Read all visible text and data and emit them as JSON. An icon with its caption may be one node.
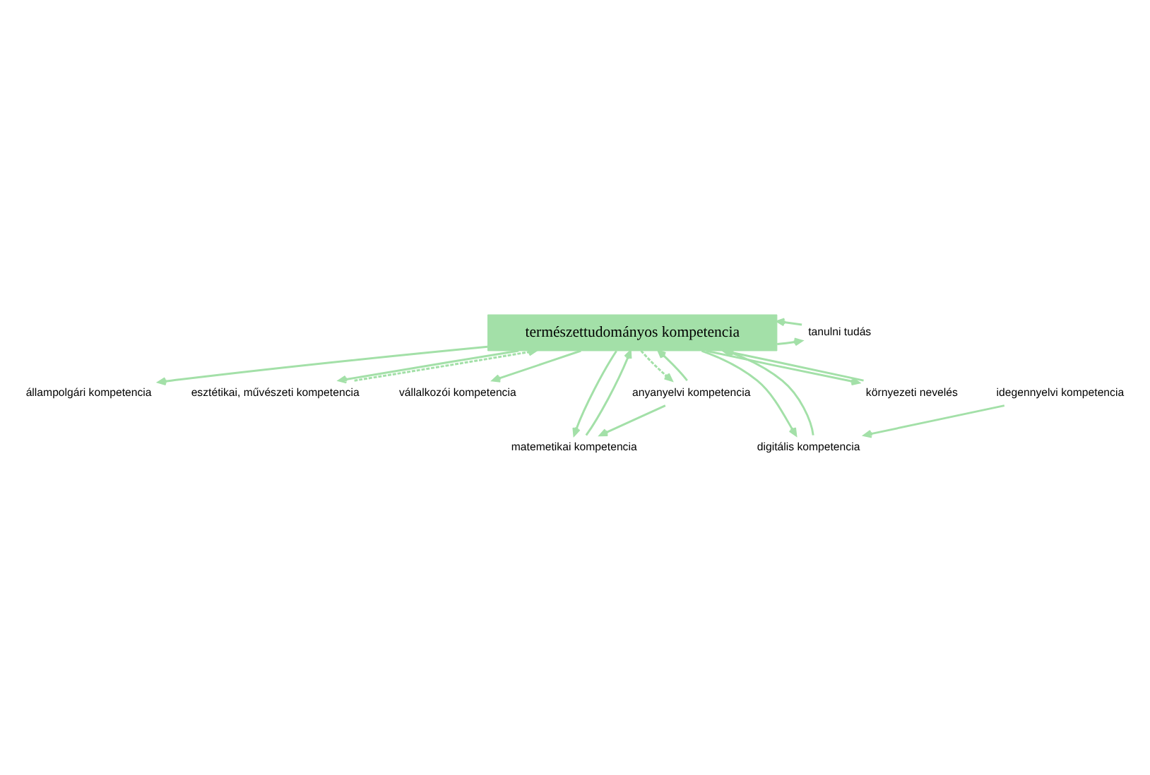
{
  "diagram": {
    "nodes": [
      {
        "text": [
          "természettudományos kompetencia"
        ]
      },
      {
        "text": [
          "állampolgári kompetencia"
        ]
      },
      {
        "text": [
          "esztétikai, művészeti kompetencia"
        ]
      },
      {
        "text": [
          "vállalkozói kompetencia"
        ]
      },
      {
        "text": [
          "tanulni tudás"
        ]
      },
      {
        "text": [
          "matemetikai kompetencia"
        ]
      },
      {
        "text": [
          "digitális kompetencia"
        ]
      },
      {
        "text": [
          "anyanyelvi kompetencia"
        ]
      },
      {
        "text": [
          "idegennyelvi kompetencia"
        ]
      },
      {
        "text": [
          "környezeti nevelés"
        ]
      }
    ],
    "edges": [
      {
        "from": 0,
        "to": 1,
        "arrow": "to"
      },
      {
        "from": 0,
        "to": 2,
        "arrow": "to"
      },
      {
        "from": 2,
        "to": 0,
        "arrow": "to",
        "style": "dashed"
      },
      {
        "from": 0,
        "to": 3,
        "arrow": "to"
      },
      {
        "from": 0,
        "to": 4,
        "arrow": "to"
      },
      {
        "from": 4,
        "to": 0,
        "arrow": "to"
      },
      {
        "from": 0,
        "to": 5,
        "arrow": "to"
      },
      {
        "from": 5,
        "to": 0,
        "arrow": "to"
      },
      {
        "from": 7,
        "to": 0,
        "arrow": "to"
      },
      {
        "from": 0,
        "to": 7,
        "arrow": "to",
        "style": "dashed"
      },
      {
        "from": 7,
        "to": 5,
        "arrow": "to"
      },
      {
        "from": 0,
        "to": 6,
        "arrow": "to"
      },
      {
        "from": 6,
        "to": 0,
        "arrow": "to"
      },
      {
        "from": 8,
        "to": 6,
        "arrow": "to"
      },
      {
        "from": 0,
        "to": 9,
        "arrow": "to"
      },
      {
        "from": 9,
        "to": 0,
        "arrow": "to"
      }
    ]
  }
}
